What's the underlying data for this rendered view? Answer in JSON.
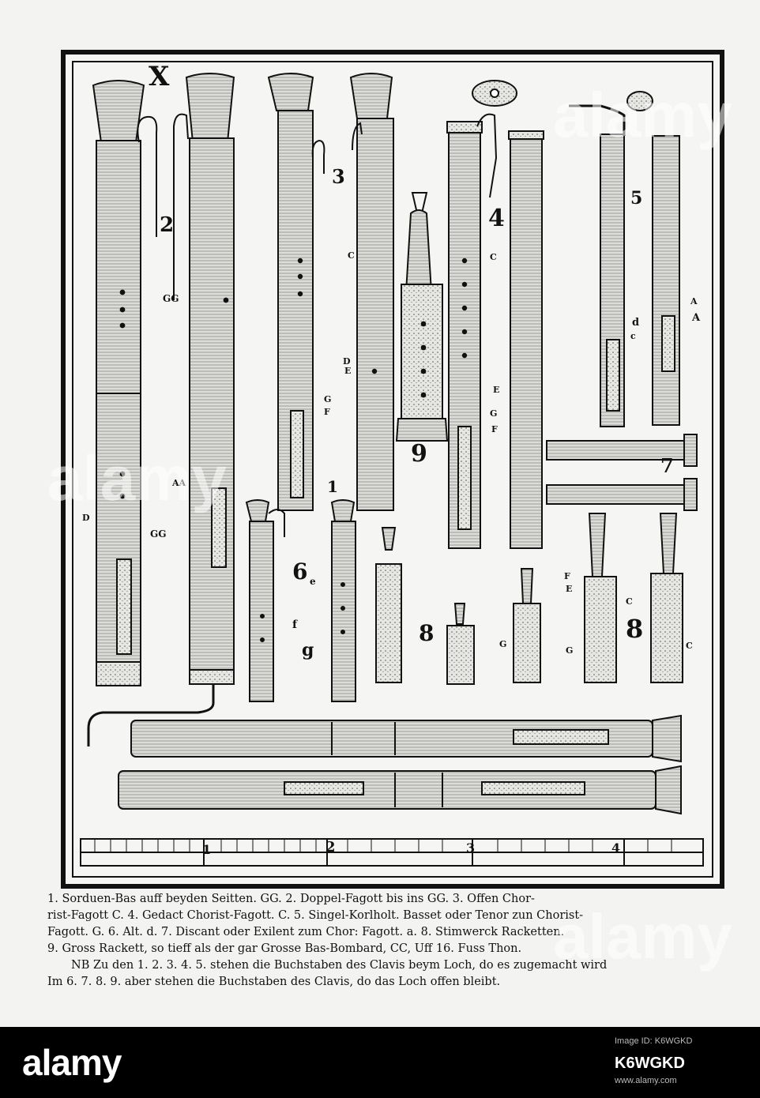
{
  "plate": {
    "plate_letter": "X",
    "figure_numbers": [
      "1",
      "2",
      "3",
      "4",
      "5",
      "6",
      "7",
      "8",
      "8",
      "9"
    ],
    "note_labels": [
      "GG",
      "GG",
      "C",
      "C",
      "D",
      "E",
      "F",
      "G",
      "AA",
      "D",
      "E",
      "G",
      "F",
      "d",
      "c",
      "A",
      "A",
      "f",
      "e",
      "g",
      "E",
      "F",
      "C",
      "G",
      "C",
      "G"
    ],
    "scale_numbers": [
      "1",
      "2",
      "3",
      "4"
    ]
  },
  "caption": {
    "line1": "1.   Sorduen-Bas auff beyden Seitten. GG.   2. Doppel-Fagott bis ins GG.   3. Offen Chor-",
    "line2": "rist-Fagott C.   4. Gedact Chorist-Fagott. C.   5. Singel-Korlholt. Basset oder Tenor zun Chorist-",
    "line3": "Fagott. G.   6. Alt. d.   7. Discant oder Exilent zum Chor: Fagott. a.   8. Stimwerck Racketten.",
    "line4": "9. Gross Rackett, so tieff als der gar Grosse Bas-Bombard, CC,  Uff 16. Fuss Thon.",
    "line5": "NB   Zu den  1. 2. 3.  4. 5.     stehen die Buchstaben des Clavis beym Loch, do es zugemacht wird",
    "line6": "Im 6. 7. 8. 9. aber stehen die Buchstaben des Clavis, do das Loch offen bleibt."
  },
  "watermark": {
    "text": "alamy"
  },
  "footer": {
    "logo": "alamy",
    "stock_id": "K6WGKD",
    "line_top": "Image ID: K6WGKD",
    "line_bottom": "www.alamy.com"
  },
  "colors": {
    "ink": "#111111",
    "paper": "#f3f3f1",
    "footer": "#000000"
  }
}
